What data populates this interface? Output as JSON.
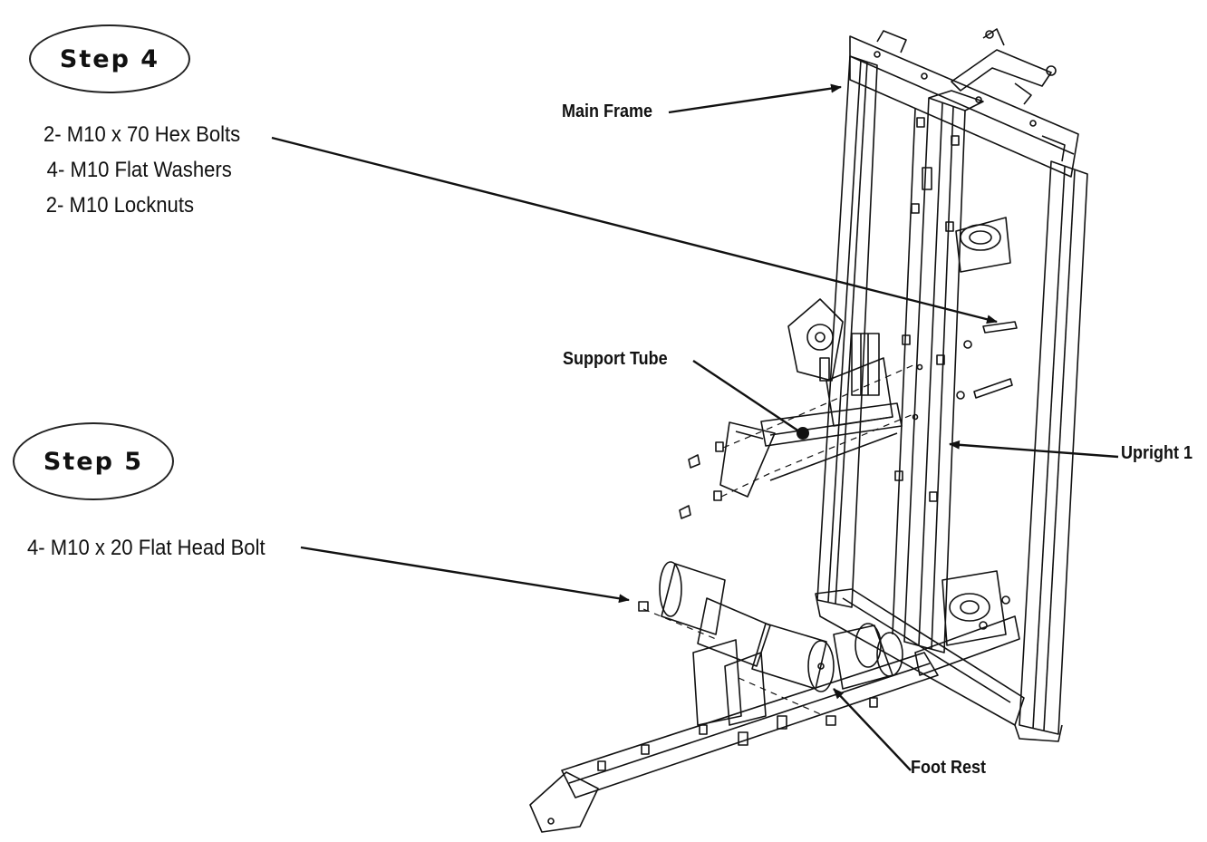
{
  "steps": [
    {
      "label": "Step 4",
      "parts": [
        "2- M10 x 70 Hex Bolts",
        "4- M10 Flat Washers",
        "2- M10 Locknuts"
      ]
    },
    {
      "label": "Step 5",
      "parts": [
        "4- M10 x 20 Flat Head Bolt"
      ]
    }
  ],
  "callouts": {
    "main_frame": "Main Frame",
    "support_tube": "Support Tube",
    "upright": "Upright 1",
    "foot_rest": "Foot Rest"
  },
  "colors": {
    "line": "#111111",
    "paper": "#ffffff"
  }
}
